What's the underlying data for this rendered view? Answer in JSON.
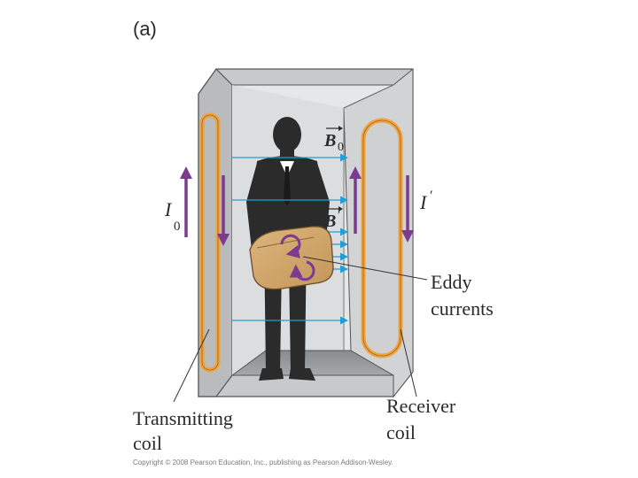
{
  "panel_label": "(a)",
  "symbols": {
    "b0": {
      "letter": "B",
      "subscript": "0"
    },
    "b_prime": {
      "letter": "B",
      "prime": "′"
    },
    "i0": {
      "letter": "I",
      "subscript": "0"
    },
    "i_prime": {
      "letter": "I",
      "prime": "′"
    }
  },
  "labels": {
    "eddy_line1": "Eddy",
    "eddy_line2": "currents",
    "transmitting_line1": "Transmitting",
    "transmitting_line2": "coil",
    "receiver_line1": "Receiver",
    "receiver_line2": "coil"
  },
  "copyright": "Copyright © 2008 Pearson Education, Inc., publishing as Pearson Addison-Wesley.",
  "colors": {
    "coil": "#f0a23c",
    "current_arrow": "#7b3b8e",
    "field_line": "#1e9fd8",
    "person": "#2b2b2b",
    "case_tan": "#d3a86e",
    "frame_gray": "#c4c6c8",
    "inner_gray": "#e6e7e8"
  }
}
